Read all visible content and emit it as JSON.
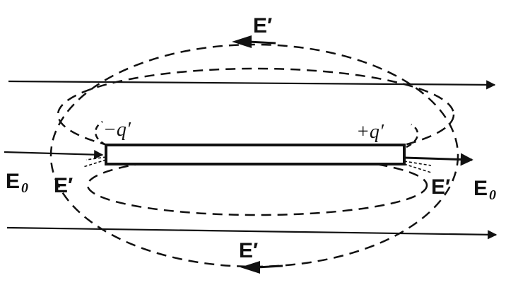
{
  "diagram": {
    "colors": {
      "ink": "#111111",
      "background": "#ffffff"
    },
    "labels": {
      "e_prime": "E′",
      "e0_base": "E",
      "e0_sub": "0",
      "charge_neg": "−q′",
      "charge_pos": "+q′"
    }
  }
}
